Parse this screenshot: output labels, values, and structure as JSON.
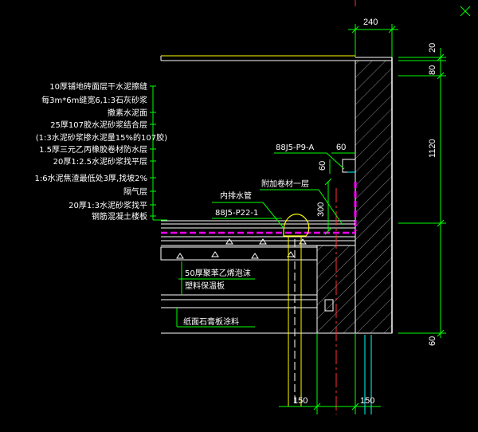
{
  "layer_labels": [
    "10厚铺地砖面层干水泥擦缝",
    "每3m*6m缝宽6,1:3石灰砂浆",
    "撒素水泥面",
    "25厚107胶水泥砂浆结合层",
    "(1:3水泥砂浆掺水泥量15%的107胶)",
    "1.5厚三元乙丙橡胶卷材防水层",
    "20厚1:2.5水泥砂浆找平层",
    "1:6水泥焦渣最低处3厚,找坡2%",
    "隔气层",
    "20厚1:3水泥砂浆找平",
    "钢筋混凝土楼板"
  ],
  "annotations": {
    "ref_p9": "88J5-P9-A",
    "extra_membrane": "附加卷材一层",
    "inner_drain": "内排水管",
    "ref_p22": "88J5-P22-1",
    "insulation_line1": "50厚聚苯乙烯泡沫",
    "insulation_line2": "塑料保温板",
    "gypsum": "纸面石膏板涂料"
  },
  "dimensions": {
    "top_width": "240",
    "right_20": "20",
    "right_80": "80",
    "right_1120": "1120",
    "right_60": "60",
    "parapet_60_h": "60",
    "parapet_60_v": "60",
    "upturn_300": "300",
    "bottom_150_left": "150",
    "bottom_150_right": "150"
  },
  "colors": {
    "background": "#000000",
    "outline": "#ffffff",
    "leader": "#00ff00",
    "accent_magenta": "#ff00ff",
    "accent_red": "#ff3030",
    "accent_yellow": "#ffff00",
    "accent_cyan": "#00ffff"
  }
}
